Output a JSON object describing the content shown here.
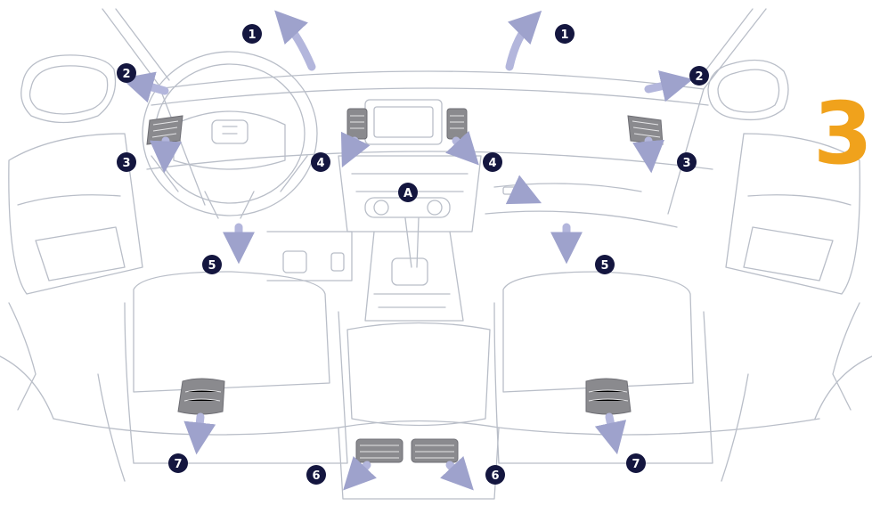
{
  "section_number": "3",
  "colors": {
    "line": "#b9bec8",
    "arrow": "#b3b6dc",
    "arrow_dark": "#9ea2cc",
    "badge": "#14163f",
    "vent": "#8a8a8e",
    "vent_light": "#e5e5e7",
    "accent": "#f0a21c"
  },
  "callouts": {
    "c1_left": "1",
    "c1_right": "1",
    "c2_left": "2",
    "c2_right": "2",
    "c3_left": "3",
    "c3_right": "3",
    "c4_left": "4",
    "c4_right": "4",
    "c5_left": "5",
    "c5_right": "5",
    "c6_left": "6",
    "c6_right": "6",
    "c7_left": "7",
    "c7_right": "7",
    "cA": "A"
  }
}
